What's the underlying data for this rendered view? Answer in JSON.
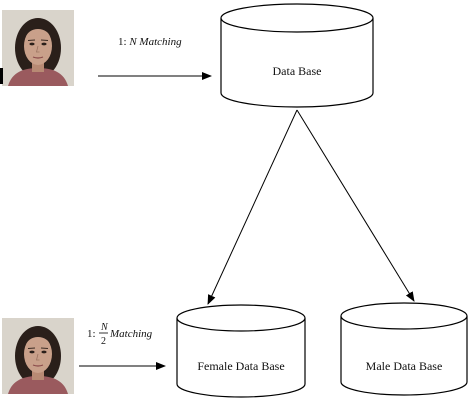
{
  "diagram": {
    "top_matching": {
      "prefix": "1: ",
      "n": "N",
      "suffix": " Matching"
    },
    "bottom_matching": {
      "prefix": "1: ",
      "numerator": "N",
      "denominator": "2",
      "suffix": "Matching"
    },
    "database_label": "Data Base",
    "female_database_label": "Female Data Base",
    "male_database_label": "Male Data Base"
  },
  "photos": {
    "top": "face-photo-woman",
    "bottom": "face-photo-woman"
  },
  "colors": {
    "stroke": "#000000",
    "background": "#ffffff",
    "photo_bg": "#d9d4cb",
    "hair": "#2a1f1a",
    "skin": "#c9a08a",
    "shirt": "#9a5a5e"
  }
}
